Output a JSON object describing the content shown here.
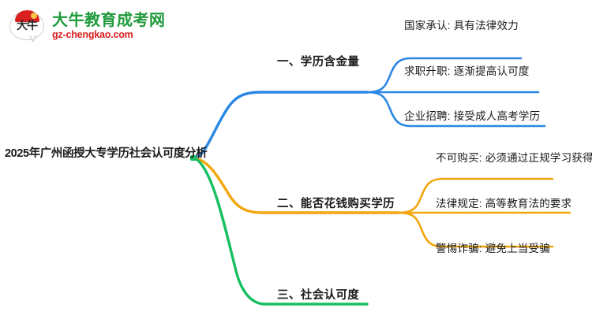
{
  "logo": {
    "mark_text": "大牛",
    "title": "大牛教育成考网",
    "subtitle": "gz-chengkao.com",
    "title_color": "#1f9a3c",
    "subtitle_color": "#d81e1e",
    "cap_color": "#d81e1e"
  },
  "mindmap": {
    "root": {
      "label": "2025年广州函授大专学历社会认可度分析"
    },
    "branches": [
      {
        "label": "一、学历含金量",
        "color": "#2b87e3",
        "leaves": [
          {
            "label": "国家承认: 具有法律效力"
          },
          {
            "label": "求职升职: 逐渐提高认可度"
          },
          {
            "label": "企业招聘: 接受成人高考学历"
          }
        ]
      },
      {
        "label": "二、能否花钱购买学历",
        "color": "#f2a60d",
        "leaves": [
          {
            "label": "不可购买: 必须通过正规学习获得"
          },
          {
            "label": "法律规定: 高等教育法的要求"
          },
          {
            "label": "警惕诈骗: 避免上当受骗"
          }
        ]
      },
      {
        "label": "三、社会认可度",
        "color": "#16c060",
        "leaves": []
      }
    ]
  }
}
